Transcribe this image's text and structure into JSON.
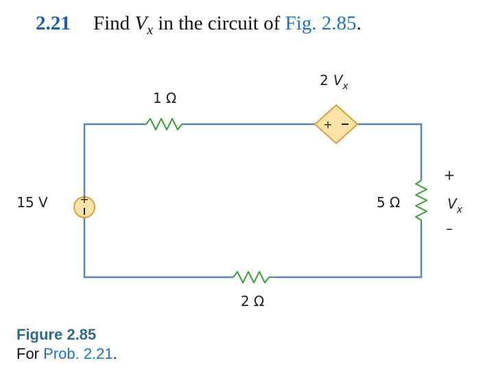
{
  "problem": {
    "number": "2.21",
    "text_before": "Find",
    "variable": "V",
    "subscript": "x",
    "text_after": "in the circuit of",
    "figure_ref": "Fig. 2.85",
    "period": "."
  },
  "circuit": {
    "source_voltage": "15 V",
    "resistor_top": "1 Ω",
    "resistor_bottom": "2 Ω",
    "resistor_right": "5 Ω",
    "dependent_source_coeff": "2",
    "dependent_source_var": "V",
    "dependent_source_sub": "x",
    "vx_plus": "+",
    "vx_var": "V",
    "vx_sub": "x",
    "vx_minus": "–",
    "colors": {
      "wire": "#5b84b1",
      "resistor": "#3a9e3a",
      "source_fill": "#fbe3a8",
      "source_stroke": "#d6a13d"
    }
  },
  "caption": {
    "title": "Figure 2.85",
    "prefix": "For",
    "link": "Prob. 2.21",
    "suffix": "."
  }
}
